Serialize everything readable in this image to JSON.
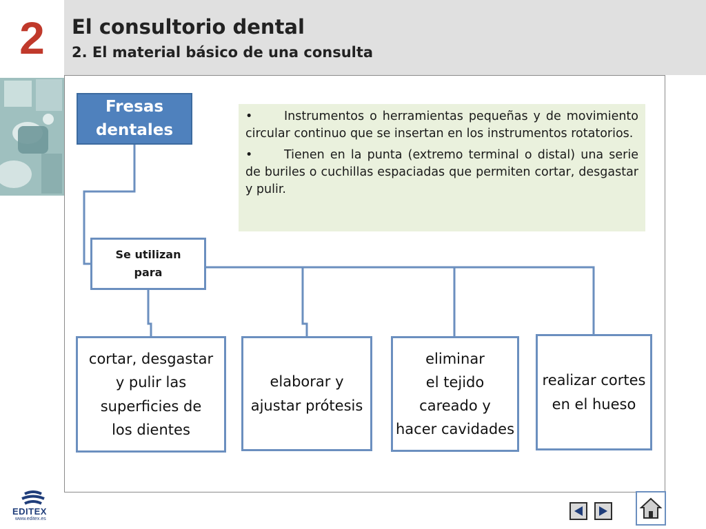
{
  "header": {
    "chapter_number": "2",
    "title": "El consultorio dental",
    "subtitle": "2. El material básico de una consulta"
  },
  "diagram": {
    "root_label": "Fresas dentales",
    "root_lines": [
      "Fresas",
      "dentales"
    ],
    "connector_label_lines": [
      "Se utilizan",
      "para"
    ],
    "uses": [
      {
        "lines": [
          "cortar, desgastar",
          "y pulir las",
          "superficies de",
          "los dientes"
        ]
      },
      {
        "lines": [
          "elaborar y",
          "ajustar prótesis"
        ]
      },
      {
        "lines": [
          "eliminar",
          "el tejido",
          "careado y",
          "hacer cavidades"
        ]
      },
      {
        "lines": [
          "realizar cortes",
          "en el hueso"
        ]
      }
    ]
  },
  "description": {
    "bullet_symbol": "•",
    "items": [
      "Instrumentos o herramientas pequeñas y de movimiento circular continuo que se insertan en los instrumentos rotatorios.",
      "Tienen en la punta (extremo terminal o distal) una serie de buriles o cuchillas espaciadas que permiten cortar, desgastar y pulir."
    ]
  },
  "footer": {
    "logo_text": "EDITEX",
    "logo_url": "www.editex.es"
  },
  "colors": {
    "chapter_number": "#c0392b",
    "root_box": "#4f81bd",
    "box_border": "#6b8fbf",
    "description_bg": "#eaf1dd",
    "header_bg": "#e0e0e0"
  },
  "icons": {
    "prev": "triangle-left-icon",
    "next": "triangle-right-icon",
    "home": "home-icon"
  }
}
